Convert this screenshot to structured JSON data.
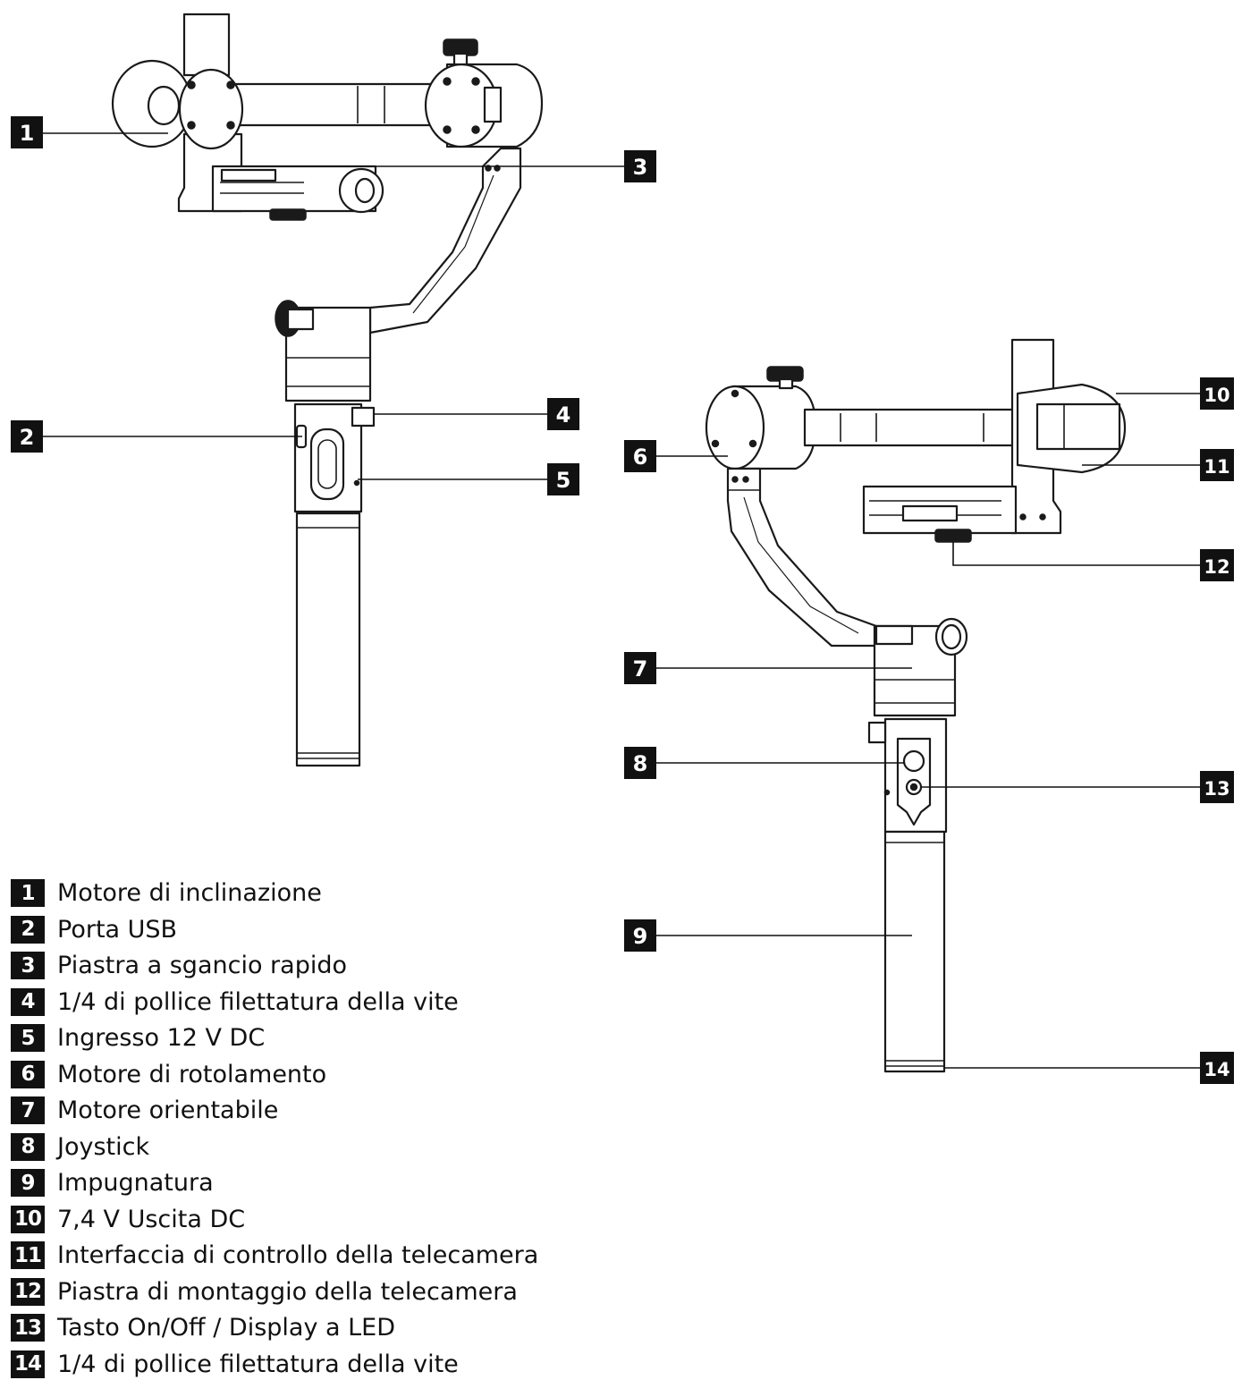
{
  "callouts": [
    {
      "num": "1"
    },
    {
      "num": "2"
    },
    {
      "num": "3"
    },
    {
      "num": "4"
    },
    {
      "num": "5"
    },
    {
      "num": "6"
    },
    {
      "num": "7"
    },
    {
      "num": "8"
    },
    {
      "num": "9"
    },
    {
      "num": "10"
    },
    {
      "num": "11"
    },
    {
      "num": "12"
    },
    {
      "num": "13"
    },
    {
      "num": "14"
    }
  ],
  "legend": [
    {
      "num": "1",
      "text": "Motore di inclinazione"
    },
    {
      "num": "2",
      "text": "Porta USB"
    },
    {
      "num": "3",
      "text": "Piastra a sgancio rapido"
    },
    {
      "num": "4",
      "text": "1/4 di pollice filettatura della vite"
    },
    {
      "num": "5",
      "text": "Ingresso 12 V DC"
    },
    {
      "num": "6",
      "text": "Motore di rotolamento"
    },
    {
      "num": "7",
      "text": "Motore orientabile"
    },
    {
      "num": "8",
      "text": "Joystick"
    },
    {
      "num": "9",
      "text": "Impugnatura"
    },
    {
      "num": "10",
      "text": "7,4 V Uscita DC"
    },
    {
      "num": "11",
      "text": "Interfaccia di controllo della telecamera"
    },
    {
      "num": "12",
      "text": "Piastra di montaggio della telecamera"
    },
    {
      "num": "13",
      "text": "Tasto On/Off / Display a LED"
    },
    {
      "num": "14",
      "text": "1/4 di pollice filettatura della vite"
    }
  ]
}
